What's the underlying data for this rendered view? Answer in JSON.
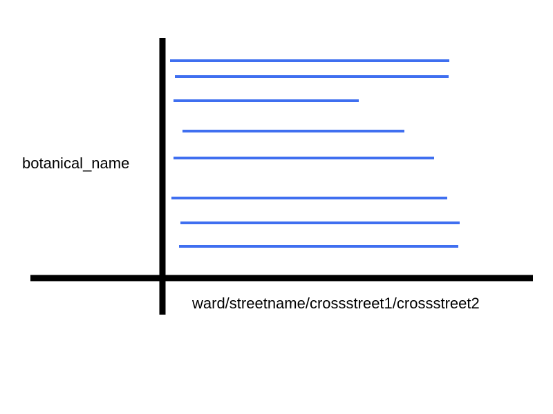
{
  "diagram": {
    "y_axis_label": "botanical_name",
    "x_axis_label": "ward/streetname/crossstreet1/crossstreet2",
    "colors": {
      "axis": "#000000",
      "bars": "#3f6ff0"
    },
    "bar_count": 8
  }
}
